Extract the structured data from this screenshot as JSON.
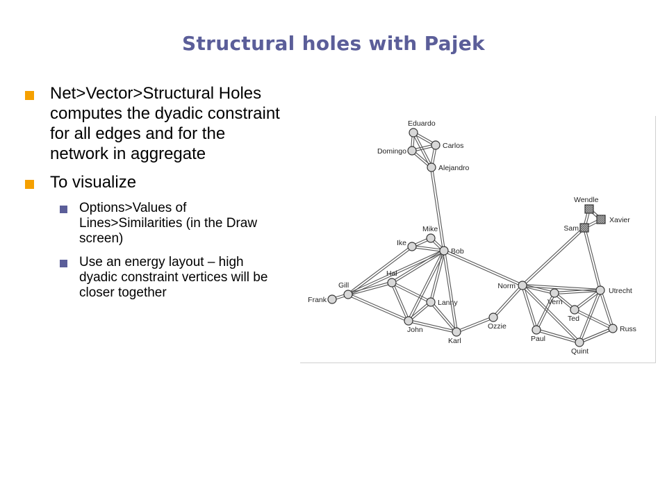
{
  "title": "Structural holes with Pajek",
  "bullets": [
    {
      "text": "Net>Vector>Structural Holes computes the dyadic constraint for all edges and for the network in aggregate",
      "subitems": []
    },
    {
      "text": "To visualize",
      "subitems": [
        "Options>Values of Lines>Similarities (in the Draw screen)",
        "Use an energy layout – high dyadic constraint vertices will be closer together"
      ]
    }
  ],
  "network": {
    "nodes": [
      {
        "id": "Eduardo",
        "label": "Eduardo",
        "style": "ring"
      },
      {
        "id": "Carlos",
        "label": "Carlos",
        "style": "ring"
      },
      {
        "id": "Domingo",
        "label": "Domingo",
        "style": "ring"
      },
      {
        "id": "Alejandro",
        "label": "Alejandro",
        "style": "ring"
      },
      {
        "id": "Wendle",
        "label": "Wendle",
        "style": "hatched"
      },
      {
        "id": "Xavier",
        "label": "Xavier",
        "style": "hatched"
      },
      {
        "id": "Sam",
        "label": "Sam",
        "style": "hatched"
      },
      {
        "id": "Mike",
        "label": "Mike",
        "style": "ring"
      },
      {
        "id": "Ike",
        "label": "Ike",
        "style": "ring"
      },
      {
        "id": "Bob",
        "label": "Bob",
        "style": "ring"
      },
      {
        "id": "Hal",
        "label": "Hal",
        "style": "ring"
      },
      {
        "id": "Gill",
        "label": "Gill",
        "style": "ring"
      },
      {
        "id": "Frank",
        "label": "Frank",
        "style": "ring"
      },
      {
        "id": "Lanny",
        "label": "Lanny",
        "style": "ring"
      },
      {
        "id": "John",
        "label": "John",
        "style": "ring"
      },
      {
        "id": "Karl",
        "label": "Karl",
        "style": "ring"
      },
      {
        "id": "Ozzie",
        "label": "Ozzie",
        "style": "ring"
      },
      {
        "id": "Norm",
        "label": "Norm",
        "style": "ring"
      },
      {
        "id": "Vern",
        "label": "Vern",
        "style": "ring"
      },
      {
        "id": "Ted",
        "label": "Ted",
        "style": "ring"
      },
      {
        "id": "Utrecht",
        "label": "Utrecht",
        "style": "ring"
      },
      {
        "id": "Russ",
        "label": "Russ",
        "style": "ring"
      },
      {
        "id": "Paul",
        "label": "Paul",
        "style": "ring"
      },
      {
        "id": "Quint",
        "label": "Quint",
        "style": "ring"
      }
    ],
    "edges": [
      [
        "Eduardo",
        "Carlos"
      ],
      [
        "Eduardo",
        "Domingo"
      ],
      [
        "Eduardo",
        "Alejandro"
      ],
      [
        "Domingo",
        "Carlos"
      ],
      [
        "Domingo",
        "Alejandro"
      ],
      [
        "Carlos",
        "Alejandro"
      ],
      [
        "Alejandro",
        "Bob"
      ],
      [
        "Wendle",
        "Xavier"
      ],
      [
        "Wendle",
        "Sam"
      ],
      [
        "Xavier",
        "Sam"
      ],
      [
        "Sam",
        "Norm"
      ],
      [
        "Sam",
        "Utrecht"
      ],
      [
        "Mike",
        "Ike"
      ],
      [
        "Mike",
        "Bob"
      ],
      [
        "Ike",
        "Bob"
      ],
      [
        "Ike",
        "Gill"
      ],
      [
        "Bob",
        "Hal"
      ],
      [
        "Bob",
        "Lanny"
      ],
      [
        "Bob",
        "John"
      ],
      [
        "Bob",
        "Karl"
      ],
      [
        "Bob",
        "Gill"
      ],
      [
        "Bob",
        "Norm"
      ],
      [
        "Hal",
        "Gill"
      ],
      [
        "Hal",
        "John"
      ],
      [
        "Hal",
        "Lanny"
      ],
      [
        "Gill",
        "Frank"
      ],
      [
        "Gill",
        "John"
      ],
      [
        "Lanny",
        "Karl"
      ],
      [
        "Lanny",
        "John"
      ],
      [
        "John",
        "Karl"
      ],
      [
        "Karl",
        "Ozzie"
      ],
      [
        "Ozzie",
        "Norm"
      ],
      [
        "Norm",
        "Vern"
      ],
      [
        "Norm",
        "Utrecht"
      ],
      [
        "Norm",
        "Paul"
      ],
      [
        "Norm",
        "Quint"
      ],
      [
        "Vern",
        "Ted"
      ],
      [
        "Vern",
        "Utrecht"
      ],
      [
        "Ted",
        "Russ"
      ],
      [
        "Ted",
        "Utrecht"
      ],
      [
        "Utrecht",
        "Russ"
      ],
      [
        "Utrecht",
        "Quint"
      ],
      [
        "Russ",
        "Quint"
      ],
      [
        "Paul",
        "Quint"
      ],
      [
        "Paul",
        "Vern"
      ],
      [
        "Quint",
        "Russ"
      ]
    ]
  }
}
